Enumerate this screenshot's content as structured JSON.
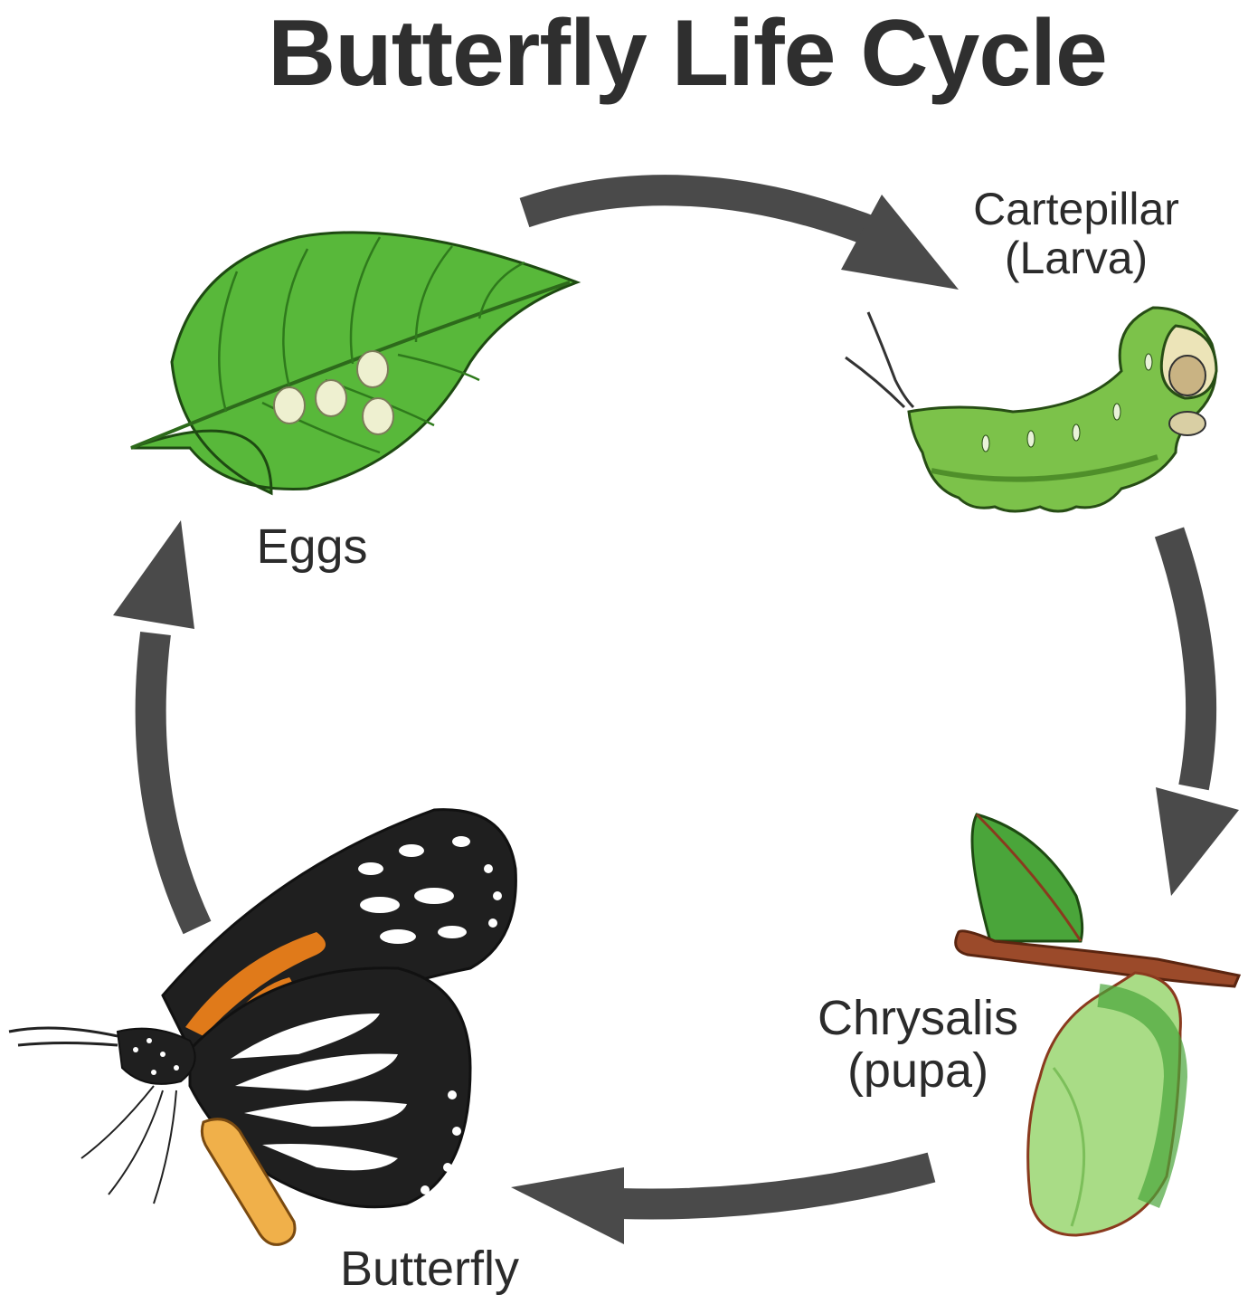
{
  "title": "Butterfly Life Cycle",
  "stages": {
    "eggs": "Eggs",
    "caterpillar_line1": "Cartepillar",
    "caterpillar_line2": "(Larva)",
    "chrysalis_line1": "Chrysalis",
    "chrysalis_line2": "(pupa)",
    "butterfly": "Butterfly"
  },
  "colors": {
    "arrow": "#4a4a4a",
    "leaf": "#58b83a",
    "caterpillar": "#7cc24a",
    "chrysalis": "#a9dc86",
    "wing_black": "#1f1f1f",
    "wing_orange": "#e07a1a"
  }
}
